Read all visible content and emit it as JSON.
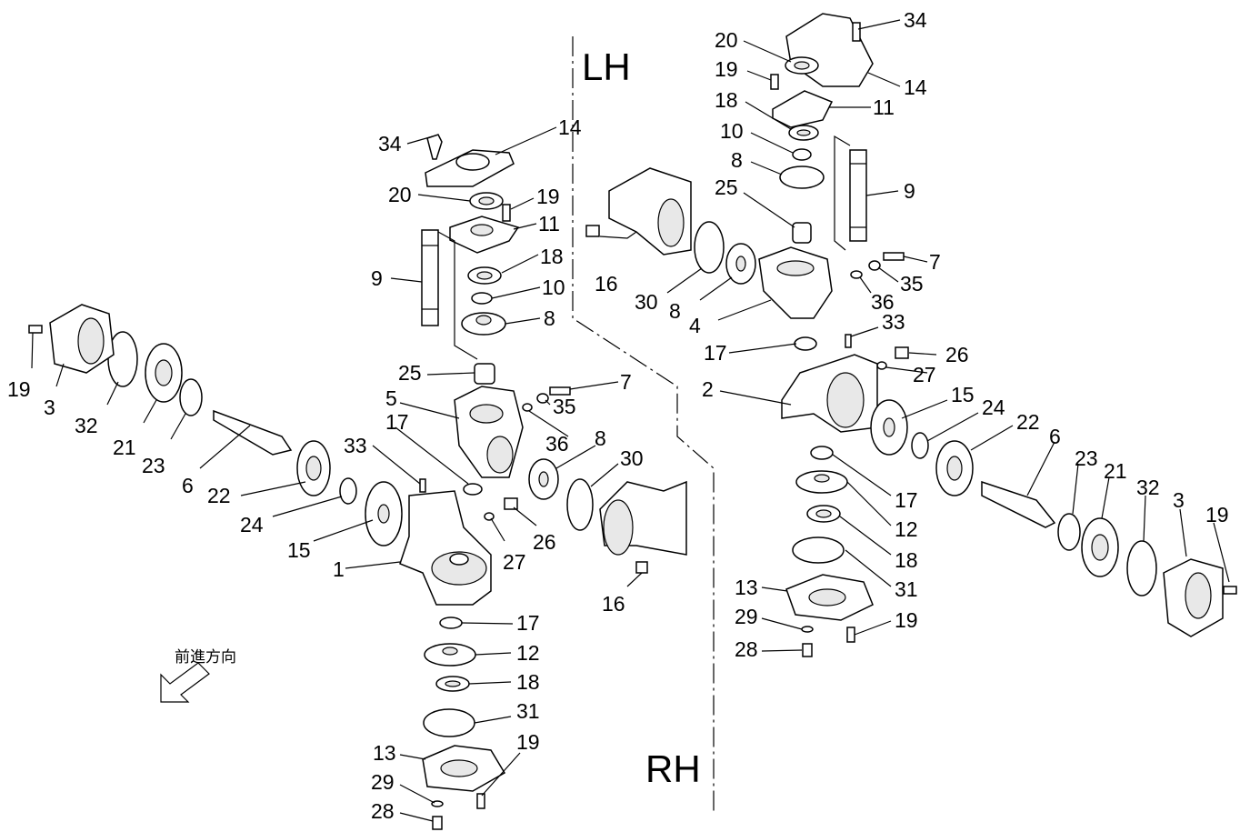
{
  "side_labels": {
    "lh": "LH",
    "rh": "RH"
  },
  "direction_label": "前進方向",
  "callouts_rh": [
    {
      "id": "34",
      "text": "34"
    },
    {
      "id": "14",
      "text": "14"
    },
    {
      "id": "20",
      "text": "20"
    },
    {
      "id": "19a",
      "text": "19"
    },
    {
      "id": "11",
      "text": "11"
    },
    {
      "id": "9",
      "text": "9"
    },
    {
      "id": "18a",
      "text": "18"
    },
    {
      "id": "10",
      "text": "10"
    },
    {
      "id": "8a",
      "text": "8"
    },
    {
      "id": "25",
      "text": "25"
    },
    {
      "id": "7",
      "text": "7"
    },
    {
      "id": "5",
      "text": "5"
    },
    {
      "id": "35",
      "text": "35"
    },
    {
      "id": "36",
      "text": "36"
    },
    {
      "id": "8b",
      "text": "8"
    },
    {
      "id": "30",
      "text": "30"
    },
    {
      "id": "17a",
      "text": "17"
    },
    {
      "id": "33",
      "text": "33"
    },
    {
      "id": "22",
      "text": "22"
    },
    {
      "id": "24",
      "text": "24"
    },
    {
      "id": "15",
      "text": "15"
    },
    {
      "id": "27",
      "text": "27"
    },
    {
      "id": "26",
      "text": "26"
    },
    {
      "id": "1",
      "text": "1"
    },
    {
      "id": "16",
      "text": "16"
    },
    {
      "id": "17b",
      "text": "17"
    },
    {
      "id": "12",
      "text": "12"
    },
    {
      "id": "18b",
      "text": "18"
    },
    {
      "id": "31",
      "text": "31"
    },
    {
      "id": "13",
      "text": "13"
    },
    {
      "id": "19b",
      "text": "19"
    },
    {
      "id": "29",
      "text": "29"
    },
    {
      "id": "28",
      "text": "28"
    },
    {
      "id": "19c",
      "text": "19"
    },
    {
      "id": "3",
      "text": "3"
    },
    {
      "id": "32",
      "text": "32"
    },
    {
      "id": "21",
      "text": "21"
    },
    {
      "id": "23",
      "text": "23"
    },
    {
      "id": "6",
      "text": "6"
    }
  ],
  "callouts_lh": [
    {
      "id": "34",
      "text": "34"
    },
    {
      "id": "20",
      "text": "20"
    },
    {
      "id": "19a",
      "text": "19"
    },
    {
      "id": "14",
      "text": "14"
    },
    {
      "id": "18a",
      "text": "18"
    },
    {
      "id": "11",
      "text": "11"
    },
    {
      "id": "10",
      "text": "10"
    },
    {
      "id": "8a",
      "text": "8"
    },
    {
      "id": "9",
      "text": "9"
    },
    {
      "id": "25",
      "text": "25"
    },
    {
      "id": "7",
      "text": "7"
    },
    {
      "id": "35",
      "text": "35"
    },
    {
      "id": "16",
      "text": "16"
    },
    {
      "id": "30",
      "text": "30"
    },
    {
      "id": "8b",
      "text": "8"
    },
    {
      "id": "36",
      "text": "36"
    },
    {
      "id": "4",
      "text": "4"
    },
    {
      "id": "33",
      "text": "33"
    },
    {
      "id": "26",
      "text": "26"
    },
    {
      "id": "17a",
      "text": "17"
    },
    {
      "id": "27",
      "text": "27"
    },
    {
      "id": "2",
      "text": "2"
    },
    {
      "id": "15",
      "text": "15"
    },
    {
      "id": "24",
      "text": "24"
    },
    {
      "id": "22",
      "text": "22"
    },
    {
      "id": "6",
      "text": "6"
    },
    {
      "id": "23",
      "text": "23"
    },
    {
      "id": "21",
      "text": "21"
    },
    {
      "id": "32",
      "text": "32"
    },
    {
      "id": "3",
      "text": "3"
    },
    {
      "id": "19b",
      "text": "19"
    },
    {
      "id": "17b",
      "text": "17"
    },
    {
      "id": "12",
      "text": "12"
    },
    {
      "id": "18b",
      "text": "18"
    },
    {
      "id": "31",
      "text": "31"
    },
    {
      "id": "13",
      "text": "13"
    },
    {
      "id": "29",
      "text": "29"
    },
    {
      "id": "19c",
      "text": "19"
    },
    {
      "id": "28",
      "text": "28"
    }
  ]
}
